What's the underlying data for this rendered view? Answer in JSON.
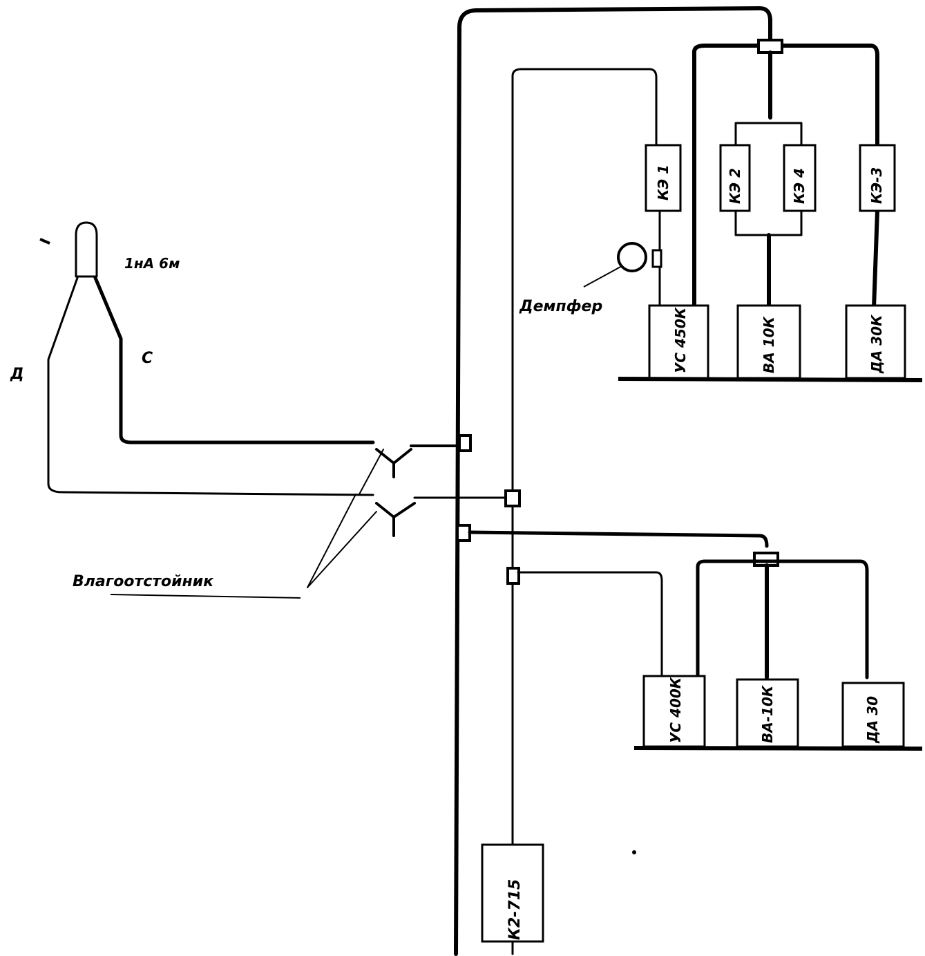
{
  "labels": {
    "source_number": "1",
    "source_name": "1нА 6м",
    "port_d": "Д",
    "port_c": "С",
    "damper": "Демпфер",
    "moisture_trap": "Влагоотстойник"
  },
  "upper_group": {
    "elements": [
      "КЭ 1",
      "КЭ 2",
      "КЭ 4",
      "КЭ-3"
    ],
    "instruments": [
      "УС 450К",
      "ВА 10К",
      "ДА 30К"
    ]
  },
  "lower_group": {
    "instruments": [
      "УС 400К",
      "ВА-10К",
      "ДА 30"
    ]
  },
  "recorder": "К2-715"
}
